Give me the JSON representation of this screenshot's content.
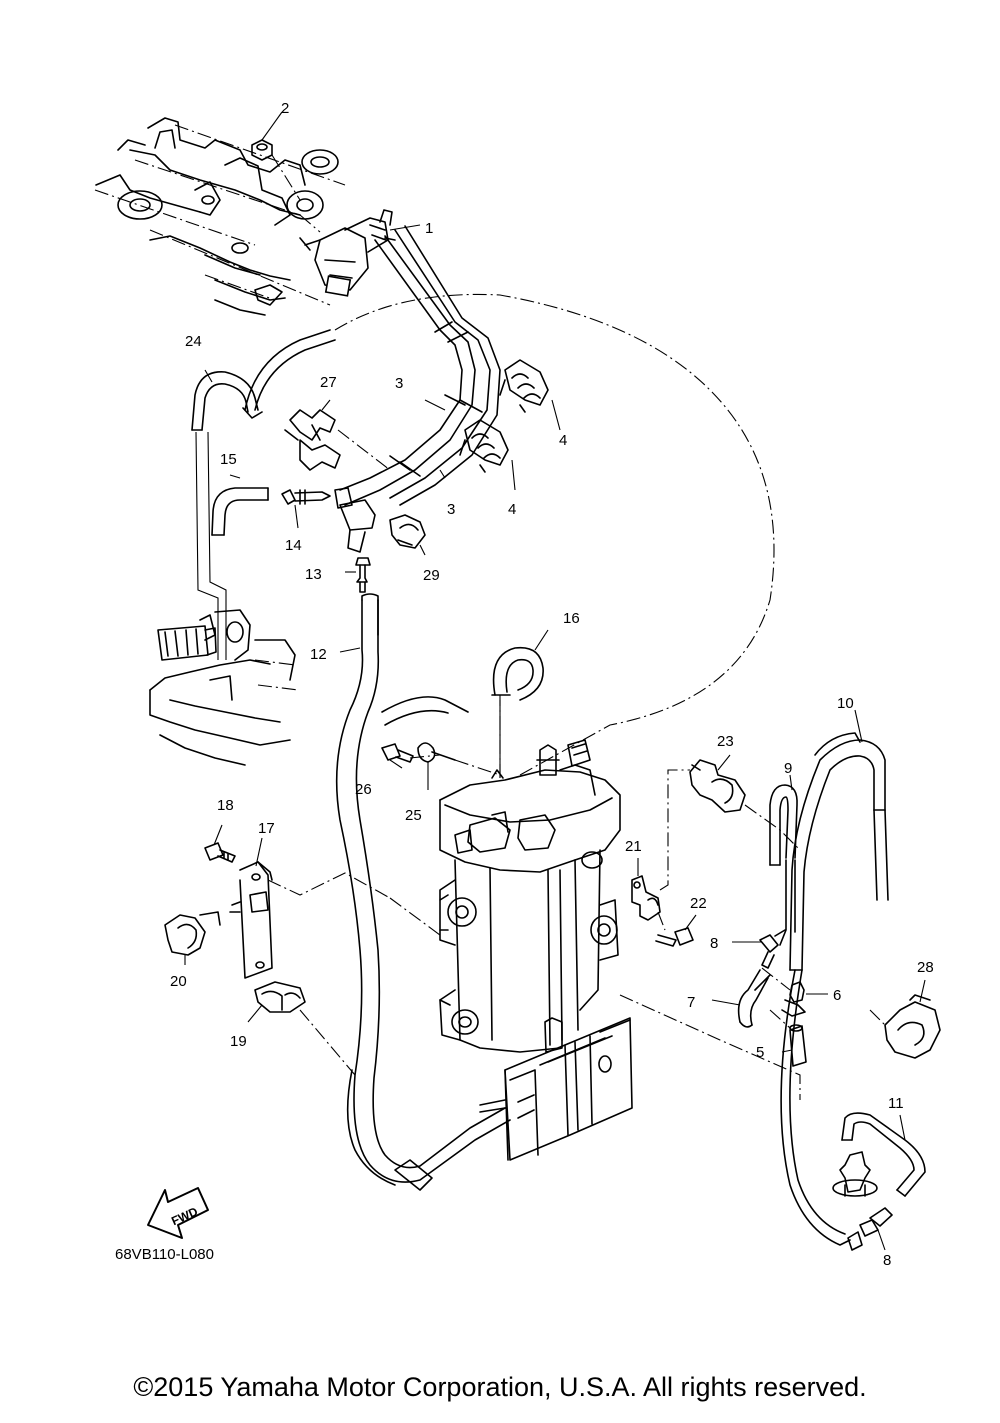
{
  "diagram_code": "68VB110-L080",
  "fwd_label": "FWD",
  "copyright": "©2015 Yamaha Motor Corporation, U.S.A. All rights reserved.",
  "callouts": [
    "1",
    "2",
    "3",
    "3",
    "4",
    "4",
    "5",
    "6",
    "7",
    "8",
    "8",
    "9",
    "10",
    "11",
    "12",
    "13",
    "14",
    "15",
    "16",
    "17",
    "18",
    "19",
    "20",
    "21",
    "22",
    "23",
    "24",
    "25",
    "26",
    "27",
    "28",
    "29"
  ]
}
